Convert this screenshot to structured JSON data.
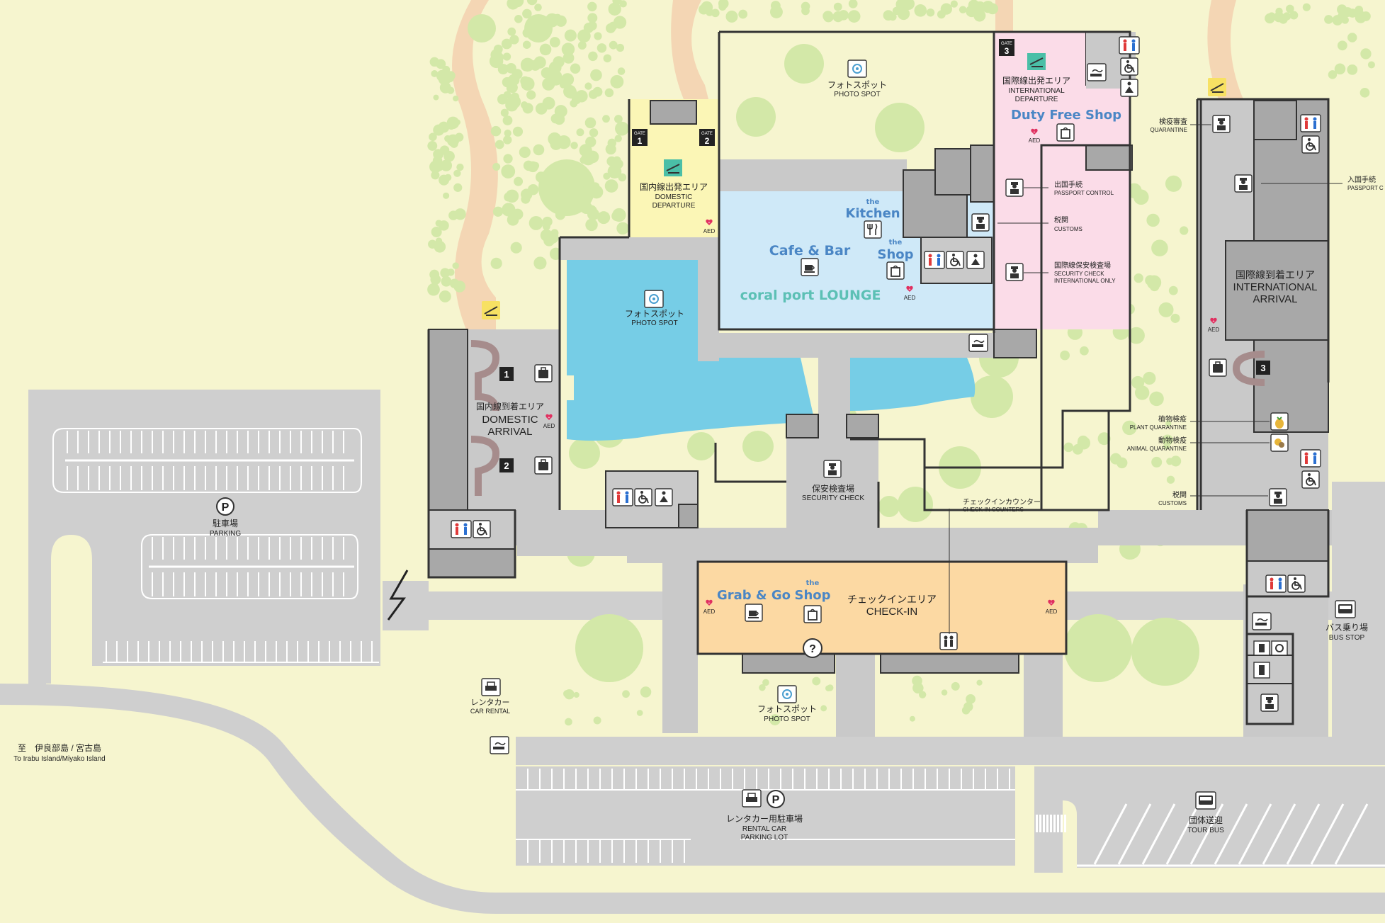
{
  "map": {
    "background": "#f6f5cf",
    "colors": {
      "road": "#cfcfcf",
      "building": "#c9c9c9",
      "water": "#76cde6",
      "lounge": "#cfe9f8",
      "checkin": "#fcd9a3",
      "domestic_departure": "#fbf6b6",
      "international_departure": "#fbdce8",
      "green": "#d3e8a8",
      "aed": "#e03060",
      "brand_text": "#4a86c5"
    }
  },
  "labels": {
    "photo_spot_top": {
      "jp": "フォトスポット",
      "en": "PHOTO SPOT"
    },
    "photo_spot_pond": {
      "jp": "フォトスポット",
      "en": "PHOTO SPOT"
    },
    "photo_spot_bottom": {
      "jp": "フォトスポット",
      "en": "PHOTO SPOT"
    },
    "domestic_departure": {
      "jp": "国内線出発エリア",
      "en1": "DOMESTIC",
      "en2": "DEPARTURE"
    },
    "international_departure": {
      "jp": "国際線出発エリア",
      "en1": "INTERNATIONAL",
      "en2": "DEPARTURE"
    },
    "domestic_arrival": {
      "jp": "国内線到着エリア",
      "en1": "DOMESTIC",
      "en2": "ARRIVAL"
    },
    "international_arrival": {
      "jp": "国際線到着エリア",
      "en1": "INTERNATIONAL",
      "en2": "ARRIVAL"
    },
    "security_check": {
      "jp": "保安検査場",
      "en": "SECURITY CHECK"
    },
    "checkin": {
      "jp": "チェックインエリア",
      "en": "CHECK-IN"
    },
    "checkin_counters": {
      "jp": "チェックインカウンター",
      "en": "CHECK-IN COUNTERS"
    },
    "quarantine": {
      "jp": "検疫審査",
      "en": "QUARANTINE"
    },
    "passport_control": {
      "jp": "出国手続",
      "en": "PASSPORT CONTROL"
    },
    "customs_top": {
      "jp": "税関",
      "en": "CUSTOMS"
    },
    "security_intl": {
      "jp": "国際線保安検査場",
      "en1": "SECURITY CHECK",
      "en2": "INTERNATIONAL ONLY"
    },
    "entry_procedure": {
      "jp": "入国手続",
      "en": "PASSPORT C"
    },
    "plant_quarantine": {
      "jp": "植物検疫",
      "en": "PLANT QUARANTINE"
    },
    "animal_quarantine": {
      "jp": "動物検疫",
      "en": "ANIMAL QUARANTINE"
    },
    "customs_bottom": {
      "jp": "税関",
      "en": "CUSTOMS"
    },
    "parking": {
      "jp": "駐車場",
      "en": "PARKING"
    },
    "car_rental": {
      "jp": "レンタカー",
      "en": "CAR RENTAL"
    },
    "rental_parking": {
      "jp": "レンタカー用駐車場",
      "en1": "RENTAL CAR",
      "en2": "PARKING LOT"
    },
    "bus_stop": {
      "jp": "バス乗り場",
      "en": "BUS STOP"
    },
    "tour_bus": {
      "jp": "団体送迎",
      "en": "TOUR BUS"
    },
    "direction": {
      "jp": "至　伊良部島 / 宮古島",
      "en": "To Irabu Island/Miyako Island"
    },
    "aed": "AED"
  },
  "brands": {
    "duty_free": "Duty Free Shop",
    "the": "the",
    "kitchen": "Kitchen",
    "shop": "Shop",
    "cafe_bar": "Cafe & Bar",
    "lounge": "coral port  LOUNGE",
    "grab_go": "Grab & Go"
  },
  "gates": [
    {
      "label": "GATE",
      "number": "1"
    },
    {
      "label": "GATE",
      "number": "2"
    },
    {
      "label": "GATE",
      "number": "3"
    }
  ],
  "carousels": [
    "1",
    "2",
    "3"
  ],
  "parking_symbol": "P",
  "info_symbol": "?"
}
